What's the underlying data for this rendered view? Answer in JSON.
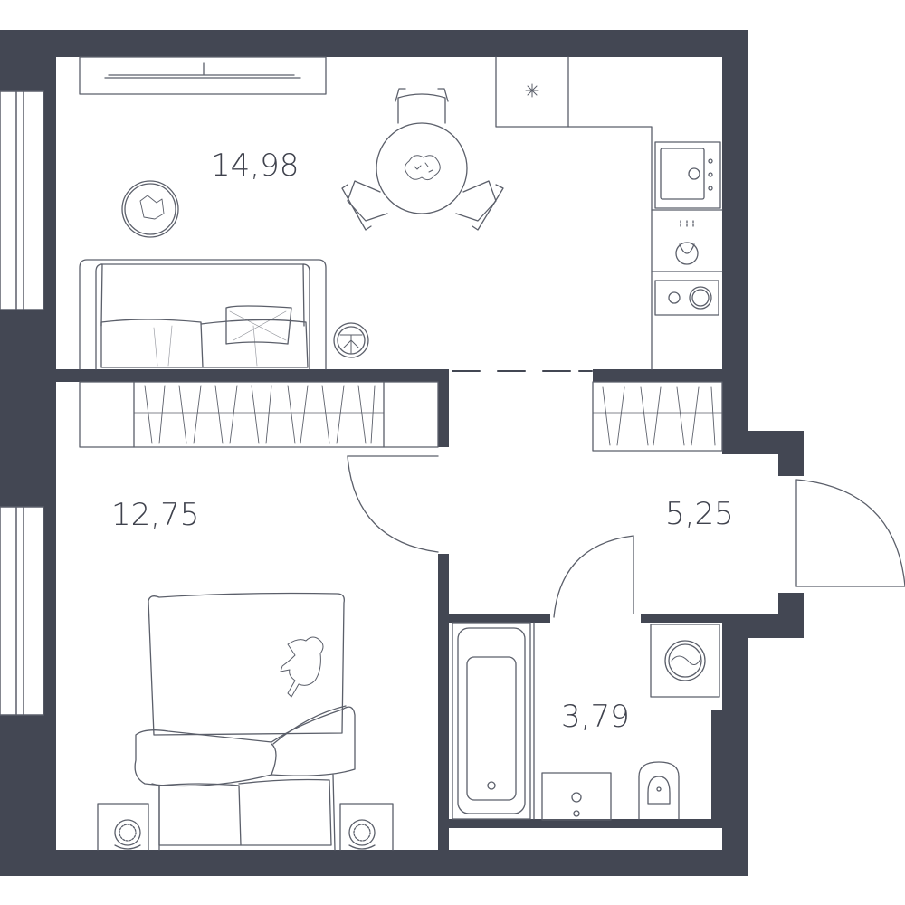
{
  "floorplan": {
    "wall_color": "#434753",
    "line_color": "#5b5f6a",
    "rooms": [
      {
        "id": "living-kitchen",
        "area": "14,98"
      },
      {
        "id": "bedroom",
        "area": "12,75"
      },
      {
        "id": "hallway",
        "area": "5,25"
      },
      {
        "id": "bathroom",
        "area": "3,79"
      }
    ]
  }
}
